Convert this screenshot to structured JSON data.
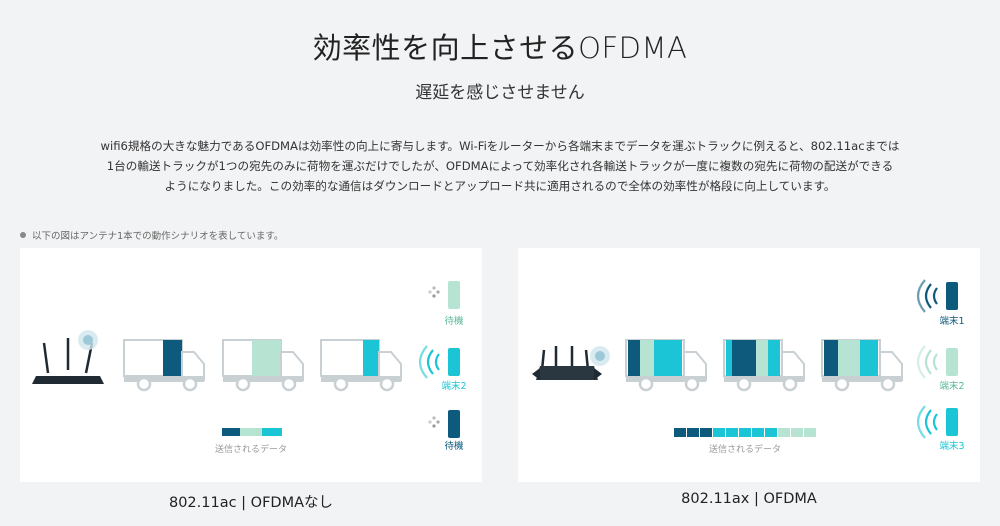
{
  "header": {
    "title": "効率性を向上させるOFDMA",
    "subtitle": "遅延を感じさせません"
  },
  "description": {
    "line1": "wifi6規格の大きな魅力であるOFDMAは効率性の向上に寄与します。Wi-Fiをルーターから各端末までデータを運ぶトラックに例えると、802.11acまでは",
    "line2": "1台の輸送トラックが1つの宛先のみに荷物を運ぶだけでしたが、OFDMAによって効率化され各輸送トラックが一度に複数の宛先に荷物の配送ができる",
    "line3": "ようになりました。この効率的な通信はダウンロードとアップロード共に適用されるので全体の効率性が格段に向上しています。"
  },
  "note": "以下の図はアンテナ1本での動作シナリオを表しています。",
  "colors": {
    "dark_teal": "#0d5a7c",
    "light_mint": "#b7e4d2",
    "cyan": "#1cc5d6",
    "truck_gray": "#c9d0d4",
    "label_gray": "#999999",
    "waiting_green": "#5cb89a"
  },
  "left_panel": {
    "caption": "802.11ac | OFDMAなし",
    "data_label": "送信されるデータ",
    "devices": [
      {
        "label": "待機",
        "state": "waiting"
      },
      {
        "label": "端末2",
        "state": "active"
      },
      {
        "label": "待機",
        "state": "waiting"
      }
    ]
  },
  "right_panel": {
    "caption": "802.11ax | OFDMA",
    "data_label": "送信されるデータ",
    "devices": [
      {
        "label": "端末1",
        "state": "active"
      },
      {
        "label": "端末2",
        "state": "active"
      },
      {
        "label": "端末3",
        "state": "active"
      }
    ]
  }
}
